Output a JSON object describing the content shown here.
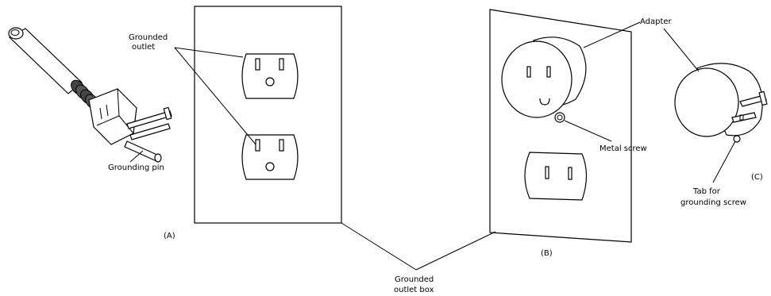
{
  "labels": {
    "grounded_outlet_line1": "Grounded",
    "grounded_outlet_line2": "outlet",
    "grounding_pin": "Grounding pin",
    "panel_a": "(A)",
    "panel_b": "(B)",
    "panel_c": "(C)",
    "adapter": "Adapter",
    "metal_screw": "Metal screw",
    "tab_line1": "Tab for",
    "tab_line2": "grounding screw",
    "outlet_box_line1": "Grounded",
    "outlet_box_line2": "outlet box"
  },
  "colors": {
    "ink": "#000000",
    "paper": "#ffffff"
  }
}
